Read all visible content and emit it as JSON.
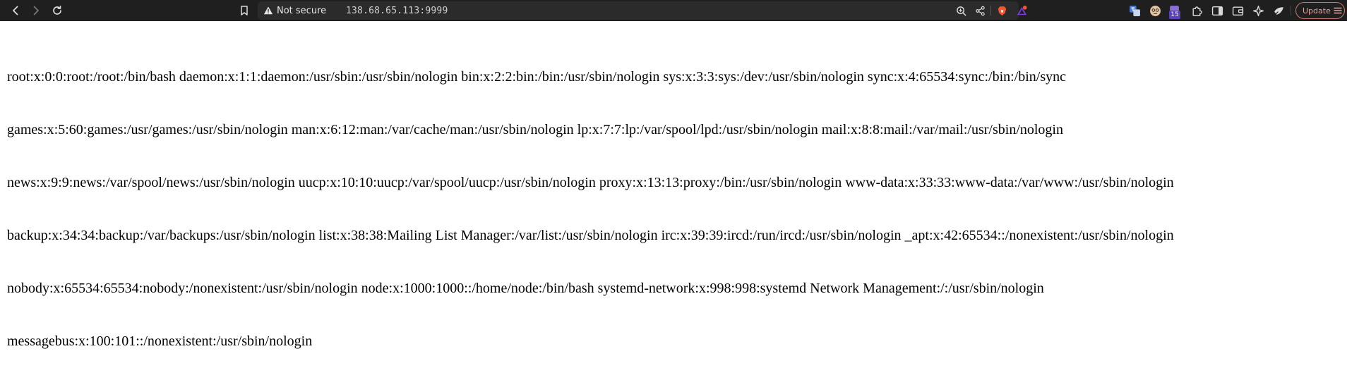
{
  "browser": {
    "security_label": "Not secure",
    "url": "138.68.65.113:9999",
    "extension_badge": "15",
    "update_label": "Update",
    "icons": {
      "back": "back-arrow-icon",
      "forward": "forward-arrow-icon",
      "reload": "reload-icon",
      "bookmark": "bookmark-icon",
      "warning": "warning-triangle-icon",
      "zoom": "zoom-icon",
      "share": "share-icon",
      "brave": "brave-shield-icon",
      "rewards": "brave-rewards-icon",
      "translate": "translate-icon",
      "extensions": "puzzle-icon",
      "sidebar": "sidebar-icon",
      "wallet": "wallet-icon",
      "leo": "leo-ai-icon",
      "vpn": "vpn-icon",
      "menu": "hamburger-menu-icon"
    },
    "colors": {
      "toolbar": "#1f1f1f",
      "urlbar": "#2b2b2b",
      "brave": "#fb542b",
      "update": "#c4796f"
    }
  },
  "page": {
    "lines": [
      "root:x:0:0:root:/root:/bin/bash daemon:x:1:1:daemon:/usr/sbin:/usr/sbin/nologin bin:x:2:2:bin:/bin:/usr/sbin/nologin sys:x:3:3:sys:/dev:/usr/sbin/nologin sync:x:4:65534:sync:/bin:/bin/sync",
      "games:x:5:60:games:/usr/games:/usr/sbin/nologin man:x:6:12:man:/var/cache/man:/usr/sbin/nologin lp:x:7:7:lp:/var/spool/lpd:/usr/sbin/nologin mail:x:8:8:mail:/var/mail:/usr/sbin/nologin",
      "news:x:9:9:news:/var/spool/news:/usr/sbin/nologin uucp:x:10:10:uucp:/var/spool/uucp:/usr/sbin/nologin proxy:x:13:13:proxy:/bin:/usr/sbin/nologin www-data:x:33:33:www-data:/var/www:/usr/sbin/nologin",
      "backup:x:34:34:backup:/var/backups:/usr/sbin/nologin list:x:38:38:Mailing List Manager:/var/list:/usr/sbin/nologin irc:x:39:39:ircd:/run/ircd:/usr/sbin/nologin _apt:x:42:65534::/nonexistent:/usr/sbin/nologin",
      "nobody:x:65534:65534:nobody:/nonexistent:/usr/sbin/nologin node:x:1000:1000::/home/node:/bin/bash systemd-network:x:998:998:systemd Network Management:/:/usr/sbin/nologin",
      "messagebus:x:100:101::/nonexistent:/usr/sbin/nologin"
    ]
  }
}
